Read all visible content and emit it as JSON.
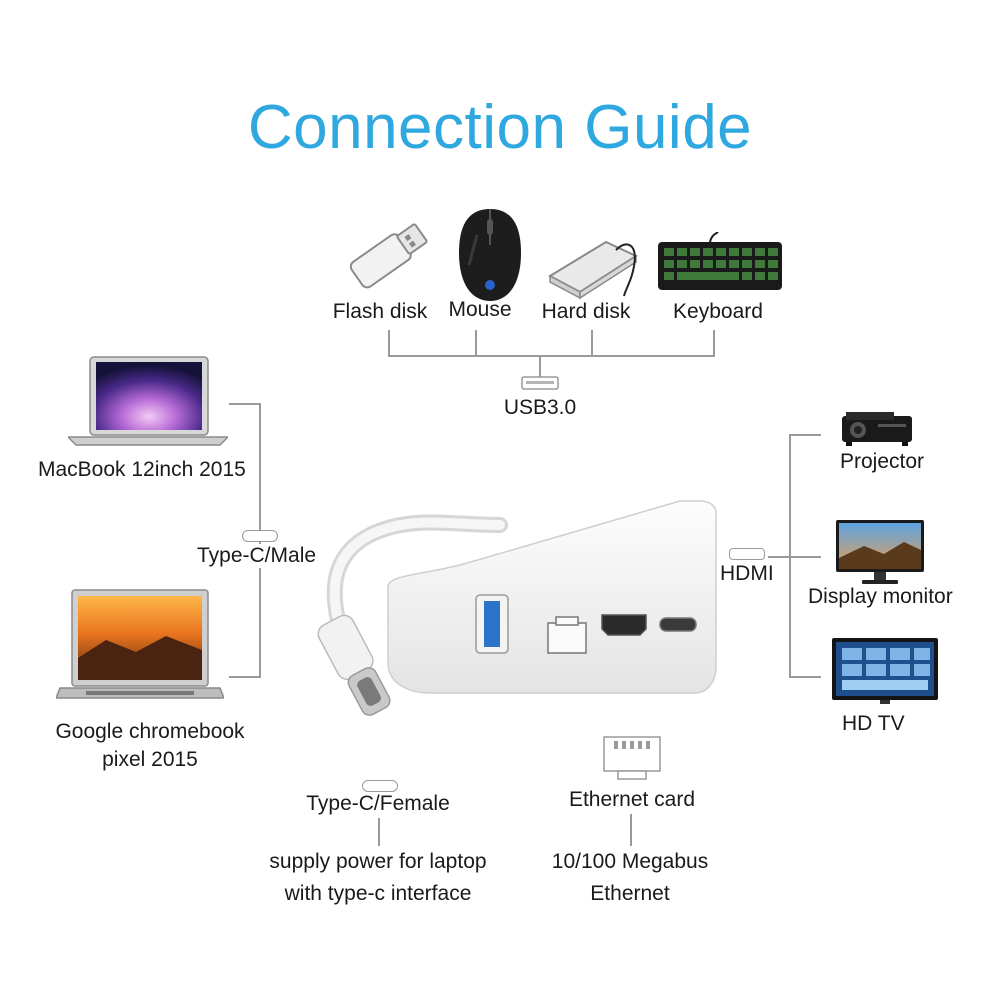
{
  "title": "Connection Guide",
  "usb_devices": [
    {
      "label": "Flash disk",
      "icon": "flash-disk-icon"
    },
    {
      "label": "Mouse",
      "icon": "mouse-icon"
    },
    {
      "label": "Hard disk",
      "icon": "hard-disk-icon"
    },
    {
      "label": "Keyboard",
      "icon": "keyboard-icon"
    }
  ],
  "usb_port_label": "USB3.0",
  "laptops": [
    {
      "label": "MacBook 12inch 2015",
      "icon": "macbook-icon"
    },
    {
      "label_line1": "Google chromebook",
      "label_line2": "pixel 2015",
      "icon": "chromebook-icon"
    }
  ],
  "typec_male_label": "Type-C/Male",
  "hdmi_label": "HDMI",
  "displays": [
    {
      "label": "Projector",
      "icon": "projector-icon"
    },
    {
      "label": "Display monitor",
      "icon": "monitor-icon"
    },
    {
      "label": "HD TV",
      "icon": "tv-icon"
    }
  ],
  "typec_female": {
    "label": "Type-C/Female",
    "desc_line1": "supply power for laptop",
    "desc_line2": "with type-c interface"
  },
  "ethernet": {
    "label": "Ethernet card",
    "desc_line1": "10/100 Megabus",
    "desc_line2": "Ethernet"
  },
  "colors": {
    "title": "#2ea8df",
    "lines": "#9a9a9a",
    "usb_port": "#2d73c9"
  }
}
